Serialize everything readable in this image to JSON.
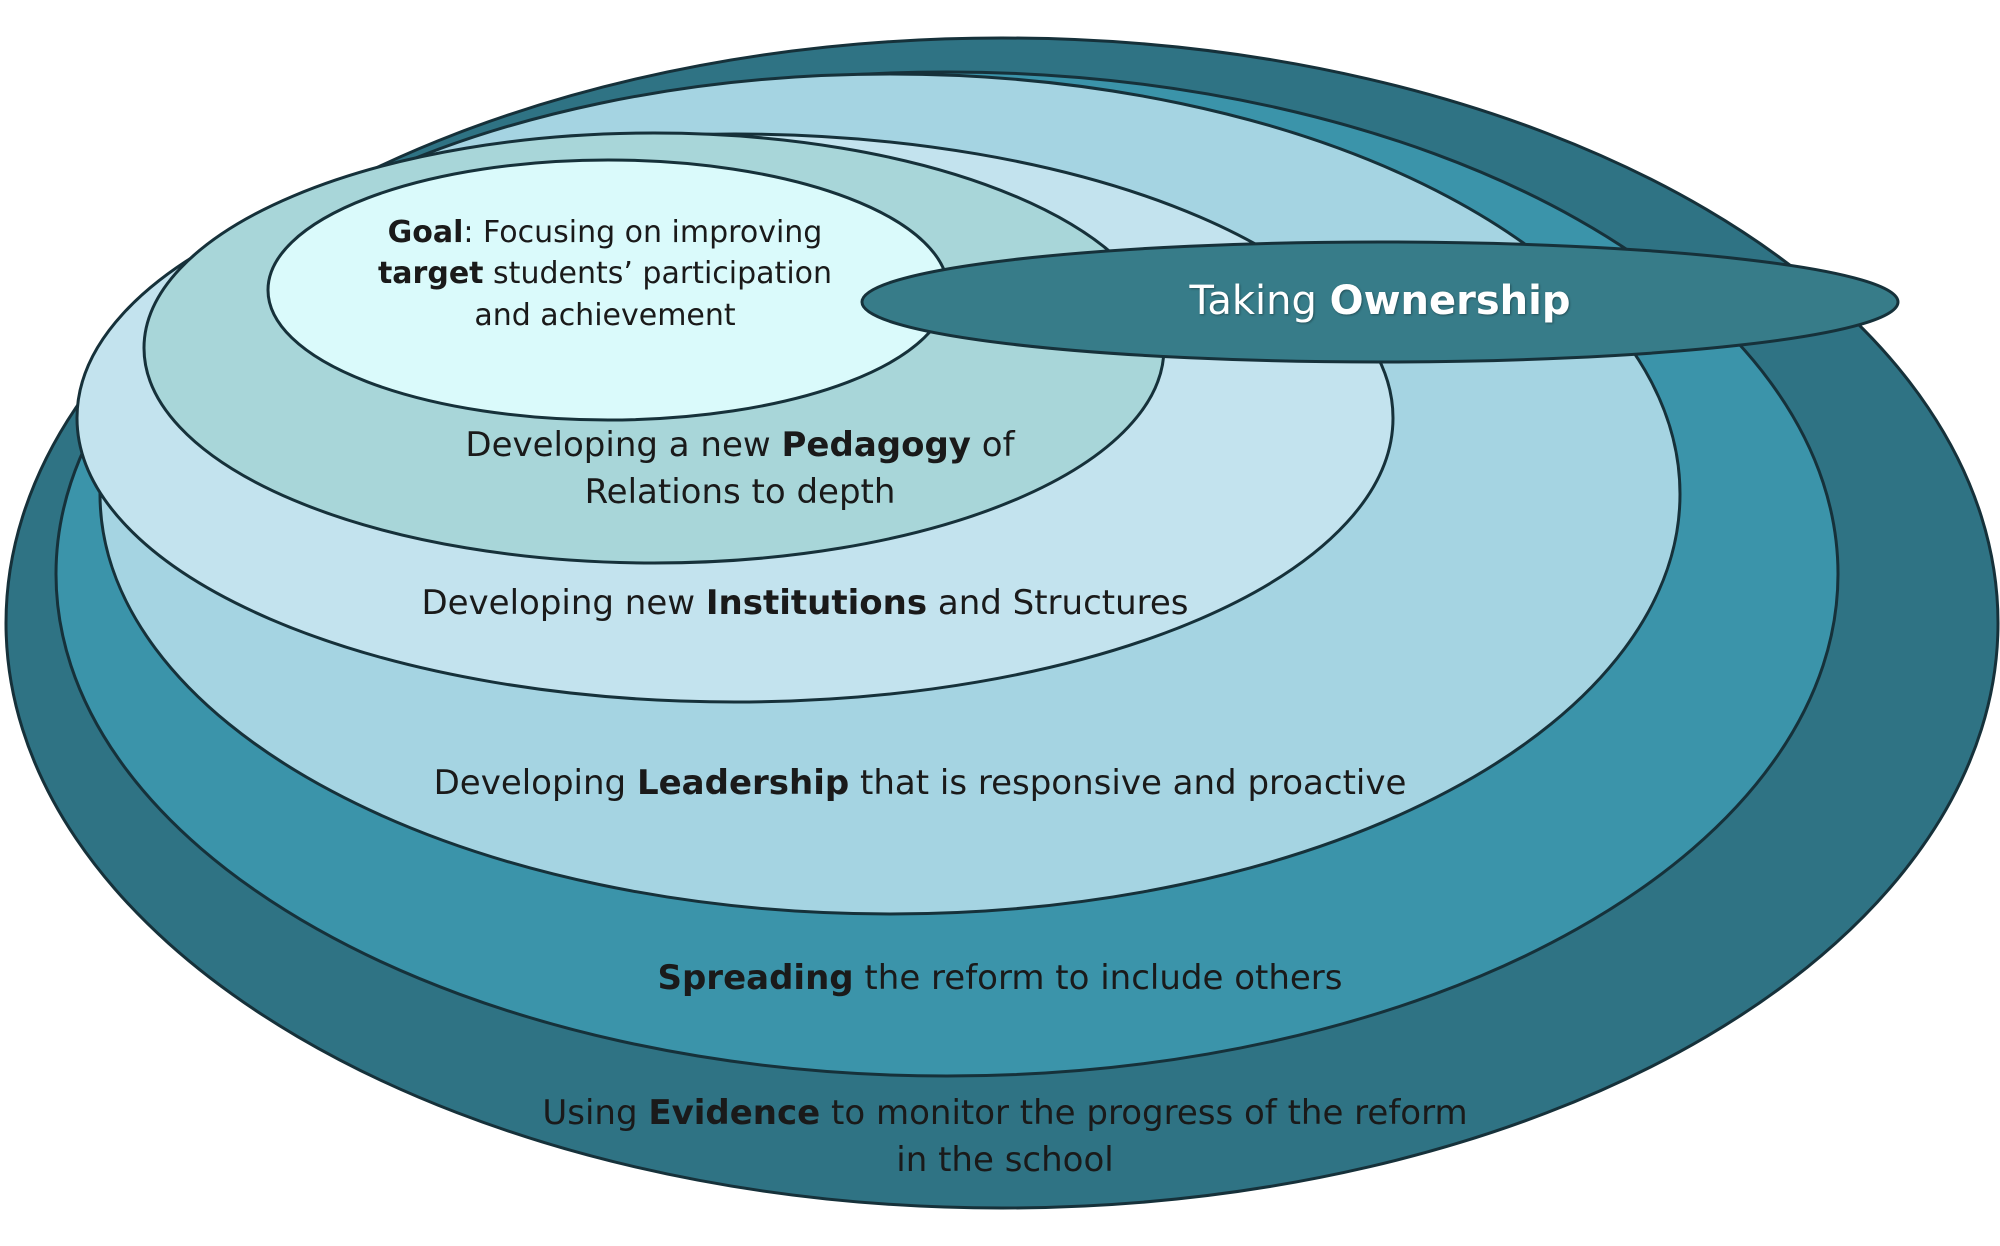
{
  "colors": {
    "evidence": "#2f7384",
    "spreading": "#3b94aa",
    "leadership": "#a5d4e2",
    "institutions": "#c3e3ee",
    "pedagogy": "#a8d6d9",
    "goal": "#dafafb",
    "ownership": "#377c89",
    "outline": "#16313a"
  },
  "layers": {
    "evidence": {
      "pre": "Using ",
      "bold": "Evidence",
      "post": " to monitor the progress of the reform",
      "line2": "in the school"
    },
    "spreading": {
      "bold": "Spreading",
      "post": " the reform to include others"
    },
    "leadership": {
      "pre": "Developing ",
      "bold": "Leadership",
      "post": " that is responsive and proactive"
    },
    "institutions": {
      "pre": "Developing new ",
      "bold": "Institutions",
      "post": " and Structures"
    },
    "pedagogy": {
      "pre": "Developing a new ",
      "bold": "Pedagogy",
      "post": " of",
      "line2": "Relations to depth"
    },
    "goal": {
      "bold1": "Goal",
      "post1": ": Focusing on improving",
      "bold2": "target",
      "post2": " students’ participation",
      "line3": "and achievement"
    }
  },
  "ownership": {
    "pre": "Taking ",
    "bold": "Ownership"
  }
}
